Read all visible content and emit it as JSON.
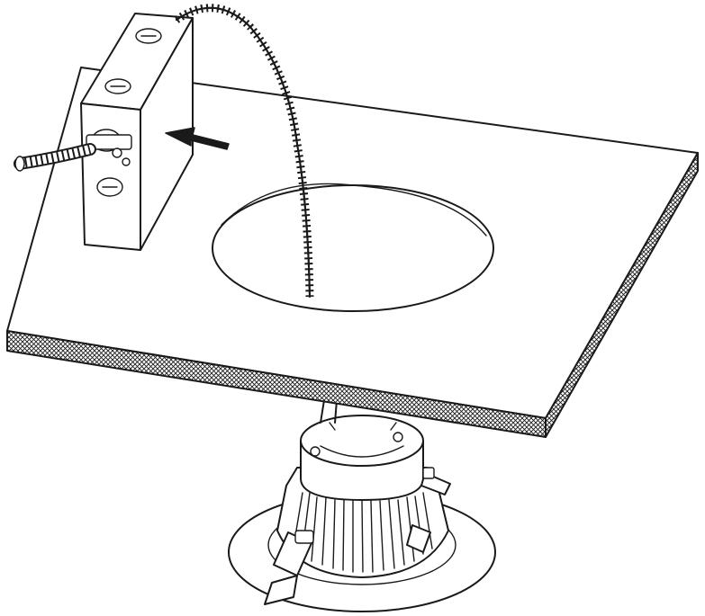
{
  "figure": {
    "type": "installation-diagram",
    "colors": {
      "line": "#1a1a1a",
      "fill": "#ffffff",
      "hatch": "#1a1a1a"
    },
    "components": [
      {
        "name": "junction-box",
        "icon": "junction-box-icon"
      },
      {
        "name": "flexible-conduit",
        "icon": "conduit-icon"
      },
      {
        "name": "ceiling-panel",
        "icon": "ceiling-panel-icon"
      },
      {
        "name": "ceiling-cutout",
        "icon": "cutout-icon"
      },
      {
        "name": "recessed-downlight",
        "icon": "downlight-icon"
      },
      {
        "name": "spring-clips",
        "icon": "spring-clip-icon"
      },
      {
        "name": "direction-arrow",
        "icon": "arrow-left-icon"
      }
    ]
  }
}
